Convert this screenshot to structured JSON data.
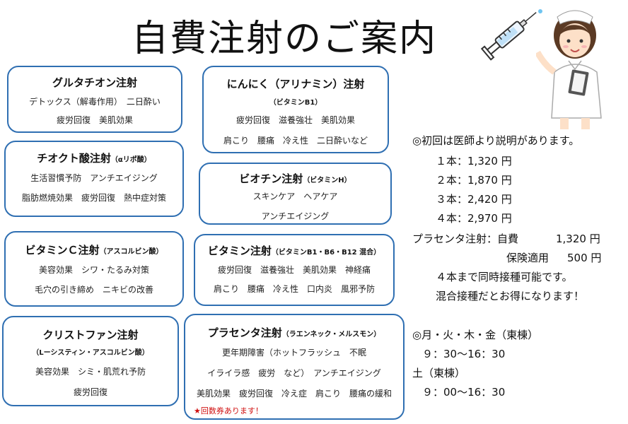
{
  "title": "自費注射のご案内",
  "cards": {
    "glutathione": {
      "title": "グルタチオン注射",
      "lines": [
        "デトックス（解毒作用）　二日酔い",
        "疲労回復　美肌効果"
      ]
    },
    "thioctic": {
      "title": "チオクト酸注射",
      "note": "（αリポ酸）",
      "lines": [
        "生活習慣予防　アンチエイジング",
        "脂肪燃焼効果　疲労回復　熱中症対策"
      ]
    },
    "vitaminc": {
      "title": "ビタミンＣ注射",
      "note": "（アスコルビン酸）",
      "lines": [
        "美容効果　シワ・たるみ対策",
        "毛穴の引き締め　ニキビの改善"
      ]
    },
    "cristofan": {
      "title": "クリストファン注射",
      "note": "（Lーシスティン・アスコルビン酸）",
      "lines": [
        "美容効果　シミ・肌荒れ予防",
        "疲労回復"
      ]
    },
    "garlic": {
      "title": "にんにく（アリナミン）注射",
      "note": "（ビタミンB1）",
      "lines": [
        "疲労回復　滋養強壮　美肌効果",
        "肩こり　腰痛　冷え性　二日酔いなど"
      ]
    },
    "biotin": {
      "title": "ビオチン注射",
      "note": "（ビタミンH）",
      "lines": [
        "スキンケア　ヘアケア",
        "アンチエイジング"
      ]
    },
    "vitamin": {
      "title": "ビタミン注射",
      "note": "（ビタミンB1・B6・B12 混合）",
      "lines": [
        "疲労回復　滋養強壮　美肌効果　神経痛",
        "肩こり　腰痛　冷え性　口内炎　風邪予防"
      ]
    },
    "placenta": {
      "title": "プラセンタ注射",
      "note": "（ラエンネック・メルスモン）",
      "lines": [
        "更年期障害（ホットフラッシュ　不眠",
        "イライラ感　疲労　など）　アンチエイジング",
        "美肌効果　疲労回復　冷え症　肩こり　腰痛の緩和"
      ],
      "extra": "★回数券あります！"
    }
  },
  "pricing": {
    "intro": "◎初回は医師より説明があります。",
    "prices": [
      {
        "qty": "１本：",
        "price": "1,320 円"
      },
      {
        "qty": "２本：",
        "price": "1,870 円"
      },
      {
        "qty": "３本：",
        "price": "2,420 円"
      },
      {
        "qty": "４本：",
        "price": "2,970 円"
      }
    ],
    "placenta_label": "プラセンタ注射：自費",
    "placenta_self": "1,320 円",
    "insurance_label": "保険適用",
    "insurance_price": "500 円",
    "note1": "４本まで同時接種可能です。",
    "note2": "混合接種だとお得になります！"
  },
  "schedule": {
    "days1": "◎月・火・木・金（東棟）",
    "hours1": "９：30〜16：30",
    "days2": "土（東棟）",
    "hours2": "９：00〜16：30"
  },
  "colors": {
    "border": "#2f6fb2",
    "accent_red": "#d01010"
  },
  "icons": [
    "syringe-illustration",
    "nurse-illustration"
  ]
}
